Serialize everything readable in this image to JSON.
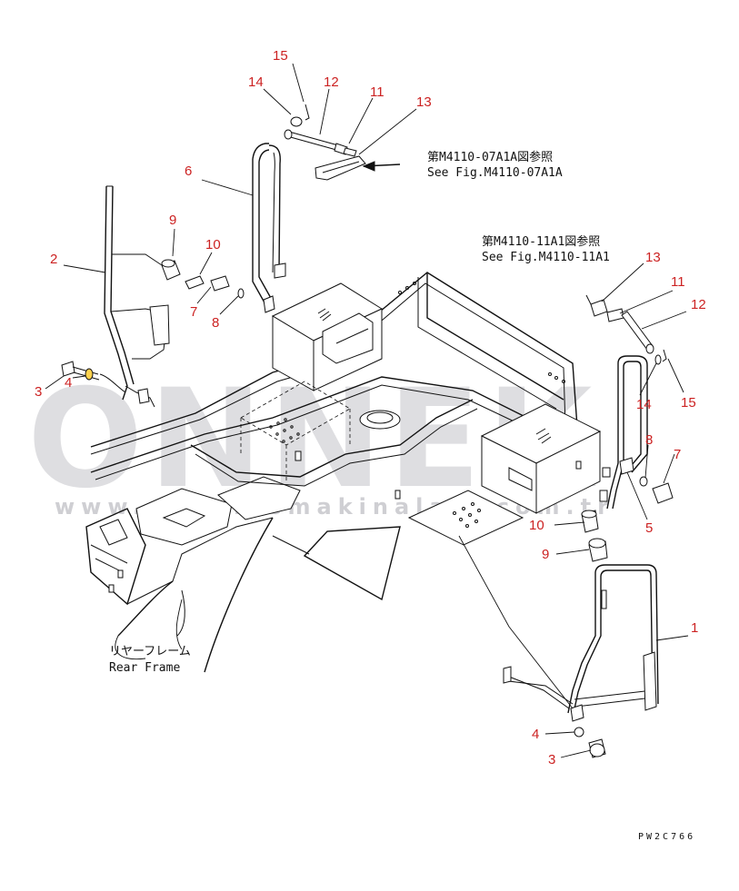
{
  "watermark": {
    "logo_text": "ONNEK",
    "url_text": "www.onnekismakinalari.com.tr"
  },
  "references": [
    {
      "jp": "第M4110-07A1A図参照",
      "en": "See Fig.M4110-07A1A"
    },
    {
      "jp": "第M4110-11A1図参照",
      "en": "See Fig.M4110-11A1"
    }
  ],
  "frame_label": {
    "jp": "リヤーフレーム",
    "en": "Rear Frame"
  },
  "drawing_code": "PW2C766",
  "callouts": [
    {
      "id": "c15a",
      "text": "15"
    },
    {
      "id": "c14a",
      "text": "14"
    },
    {
      "id": "c12a",
      "text": "12"
    },
    {
      "id": "c11a",
      "text": "11"
    },
    {
      "id": "c13a",
      "text": "13"
    },
    {
      "id": "c6",
      "text": "6"
    },
    {
      "id": "c9a",
      "text": "9"
    },
    {
      "id": "c10a",
      "text": "10"
    },
    {
      "id": "c2",
      "text": "2"
    },
    {
      "id": "c7a",
      "text": "7"
    },
    {
      "id": "c8a",
      "text": "8"
    },
    {
      "id": "c3a",
      "text": "3"
    },
    {
      "id": "c4a",
      "text": "4"
    },
    {
      "id": "c13b",
      "text": "13"
    },
    {
      "id": "c11b",
      "text": "11"
    },
    {
      "id": "c12b",
      "text": "12"
    },
    {
      "id": "c14b",
      "text": "14"
    },
    {
      "id": "c15b",
      "text": "15"
    },
    {
      "id": "c8b",
      "text": "8"
    },
    {
      "id": "c7b",
      "text": "7"
    },
    {
      "id": "c5",
      "text": "5"
    },
    {
      "id": "c10b",
      "text": "10"
    },
    {
      "id": "c9b",
      "text": "9"
    },
    {
      "id": "c1",
      "text": "1"
    },
    {
      "id": "c4b",
      "text": "4"
    },
    {
      "id": "c3b",
      "text": "3"
    }
  ]
}
